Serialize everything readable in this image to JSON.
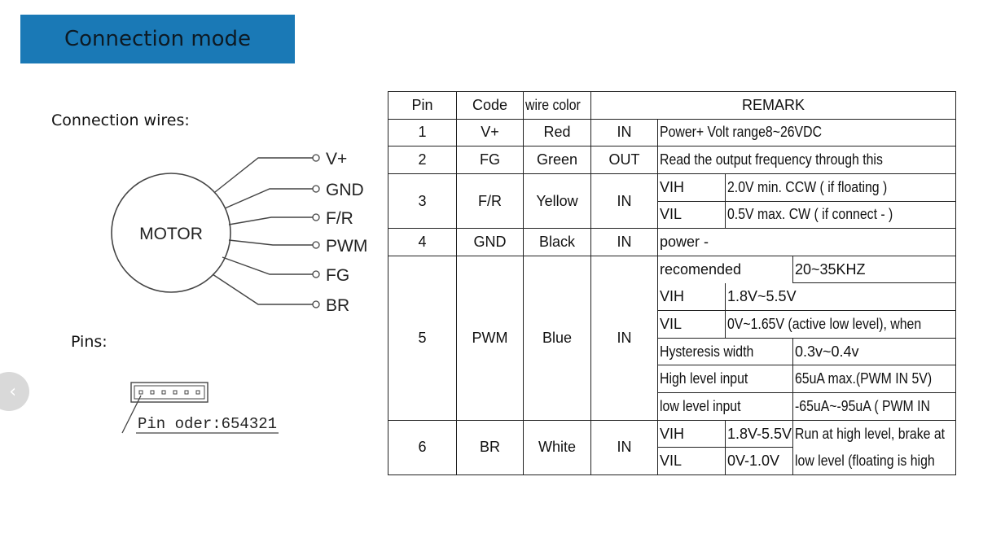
{
  "title": "Connection mode",
  "connection_wires_label": "Connection wires:",
  "pins_label": "Pins:",
  "nav": {
    "prev_glyph": "‹"
  },
  "motor": {
    "label": "MOTOR",
    "wires": [
      "V+",
      "GND",
      "F/R",
      "PWM",
      "FG",
      "BR"
    ]
  },
  "connector": {
    "caption": "Pin oder:654321"
  },
  "table": {
    "headers": {
      "pin": "Pin",
      "code": "Code",
      "wire_color": "wire color",
      "remark": "REMARK"
    },
    "rows": [
      {
        "pin": "1",
        "code": "V+",
        "color": "Red",
        "io": "IN",
        "remark": "Power+  Volt range8~26VDC"
      },
      {
        "pin": "2",
        "code": "FG",
        "color": "Green",
        "io": "OUT",
        "remark": "Read the output frequency through this"
      },
      {
        "pin": "3",
        "code": "F/R",
        "color": "Yellow",
        "io": "IN",
        "sub": [
          {
            "k": "VIH",
            "v": "2.0V min. CCW ( if floating )"
          },
          {
            "k": "VIL",
            "v": "0.5V max. CW ( if connect - )"
          }
        ]
      },
      {
        "pin": "4",
        "code": "GND",
        "color": "Black",
        "io": "IN",
        "remark": "power -"
      },
      {
        "pin": "5",
        "code": "PWM",
        "color": "Blue",
        "io": "IN",
        "sub": [
          {
            "k": "recomended",
            "v": "20~35KHZ"
          },
          {
            "k": "VIH",
            "v": "1.8V~5.5V"
          },
          {
            "k": "VIL",
            "v": "0V~1.65V (active low level), when"
          },
          {
            "k": "Hysteresis width",
            "v": "0.3v~0.4v"
          },
          {
            "k": "High level input",
            "v": "65uA max.(PWM IN 5V)"
          },
          {
            "k": "low level input",
            "v": "-65uA~-95uA ( PWM IN"
          }
        ]
      },
      {
        "pin": "6",
        "code": "BR",
        "color": "White",
        "io": "IN",
        "sub": [
          {
            "k": "VIH",
            "v": "1.8V-5.5V"
          },
          {
            "k": "VIL",
            "v": "0V-1.0V"
          }
        ],
        "note": [
          "Run at high level, brake at",
          "low level (floating is high"
        ]
      }
    ]
  }
}
